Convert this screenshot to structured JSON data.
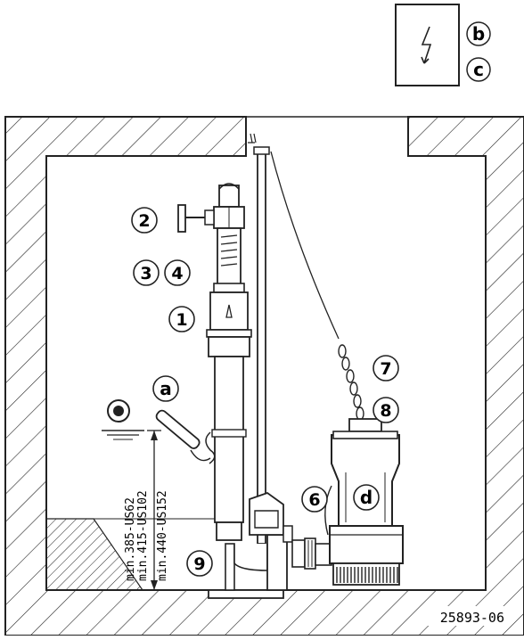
{
  "symbol_box": {
    "icon": "lightning-bolt-icon",
    "callouts": [
      "b",
      "c"
    ]
  },
  "callouts": {
    "c1": "1",
    "c2": "2",
    "c3": "3",
    "c4": "4",
    "c6": "6",
    "c7": "7",
    "c8": "8",
    "c9": "9",
    "ca": "a",
    "cd": "d"
  },
  "dimensions": {
    "line1": "min.385-US62",
    "line2": "min.415-US102",
    "line3": "min.440-US152"
  },
  "reference": "25893-06",
  "colors": {
    "line": "#222222",
    "fill": "#ffffff"
  }
}
